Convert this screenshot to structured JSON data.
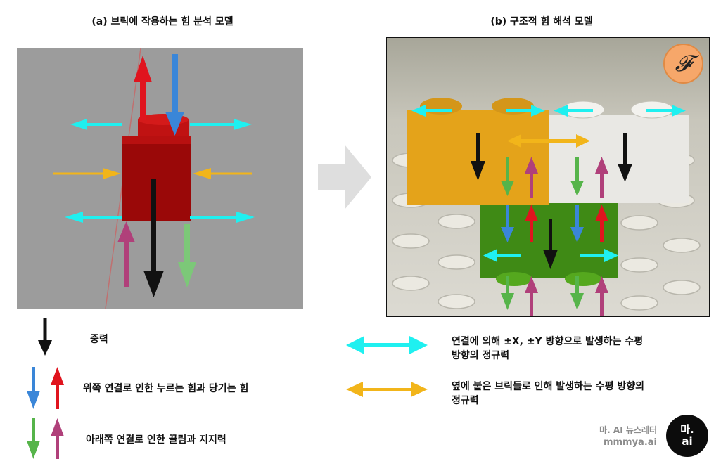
{
  "panel_a": {
    "title": "(a) 브릭에 작용하는 힘 분석 모델"
  },
  "panel_b": {
    "title": "(b) 구조적 힘 해석 모델",
    "badge": "𝓕"
  },
  "legend_left": [
    {
      "label": "중력"
    },
    {
      "label": "위쪽 연결로 인한 누르는 힘과 당기는 힘"
    },
    {
      "label": "아래쪽 연결로 인한 끌림과 지지력"
    }
  ],
  "legend_right": [
    {
      "label_line1": "연결에 의해 ±X, ±Y 방향으로 발생하는 수평",
      "label_line2": "방향의 정규력"
    },
    {
      "label_line1": "옆에 붙은 브릭들로 인해 발생하는 수평 방향의",
      "label_line2": "정규력"
    }
  ],
  "watermark": {
    "name": "마. AI 뉴스레터",
    "url": "mmmya.ai",
    "logo_line1": "마.",
    "logo_line2": "ai"
  },
  "colors": {
    "black": "#111111",
    "blue": "#3a86d8",
    "red": "#e0141e",
    "green": "#56b44a",
    "magenta": "#b0407a",
    "cyan": "#1ff0f0",
    "yellow": "#f2b51a",
    "badge": "#f6a76a"
  }
}
